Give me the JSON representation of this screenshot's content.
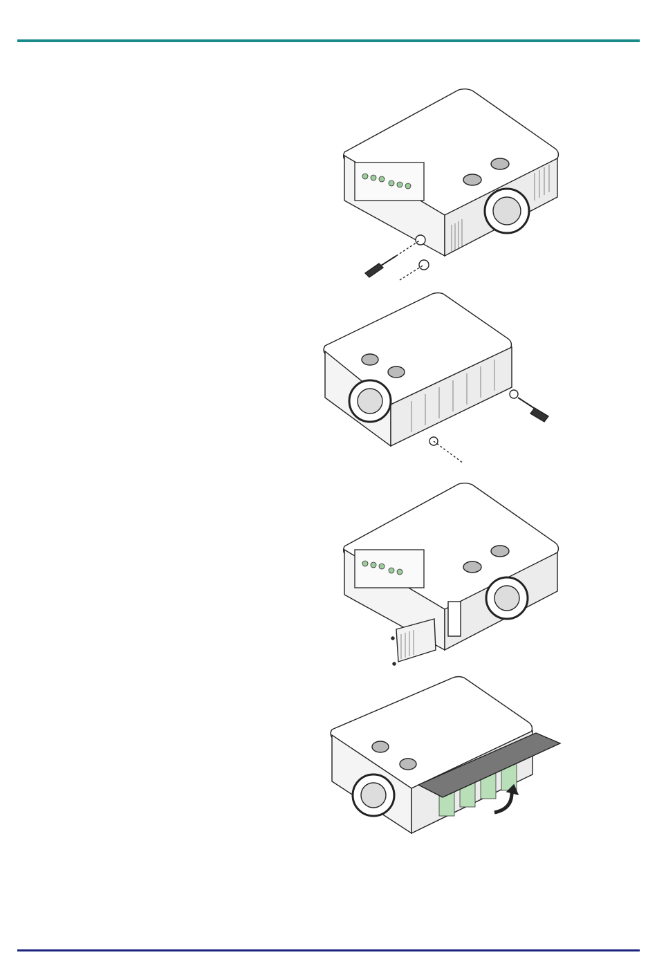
{
  "page": {
    "header_rule_color": "#1a8a8a",
    "footer_rule_color": "#1a237e"
  },
  "figures": [
    {
      "icon": "projector-front-screws-removal-illustration"
    },
    {
      "icon": "projector-side-screws-removal-illustration"
    },
    {
      "icon": "projector-side-cover-removal-illustration"
    },
    {
      "icon": "projector-filter-cover-open-illustration"
    }
  ]
}
